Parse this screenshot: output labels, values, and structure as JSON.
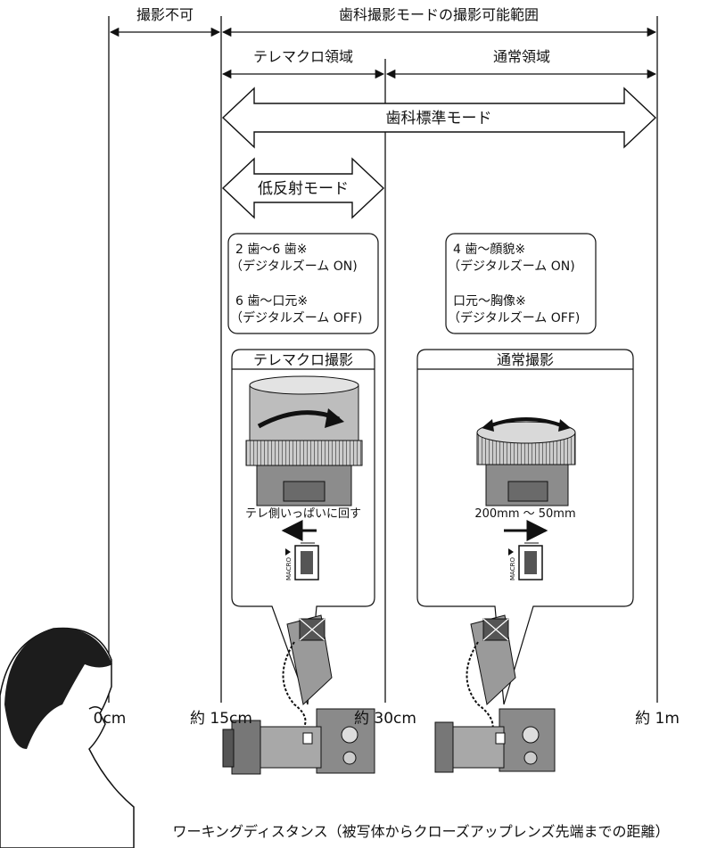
{
  "top_ranges": {
    "not_possible": "撮影不可",
    "dental_range": "歯科撮影モードの撮影可能範囲"
  },
  "regions": {
    "telemacro": "テレマクロ領域",
    "normal": "通常領域"
  },
  "modes": {
    "standard": "歯科標準モード",
    "low_reflection": "低反射モード"
  },
  "telemacro_box": {
    "line1": "2 歯～6 歯※",
    "line2": "（デジタルズーム ON)",
    "line3": "6 歯～口元※",
    "line4": "（デジタルズーム OFF)"
  },
  "normal_box": {
    "line1": "4 歯～顔貌※",
    "line2": "（デジタルズーム ON)",
    "line3": "口元～胸像※",
    "line4": "（デジタルズーム OFF)"
  },
  "telemacro_panel": {
    "title": "テレマクロ撮影",
    "instruction": "テレ側いっぱいに回す",
    "switch_label": "MACRO"
  },
  "normal_panel": {
    "title": "通常撮影",
    "instruction": "200mm ～ 50mm",
    "switch_label": "MACRO"
  },
  "distances": {
    "d0": "0cm",
    "d15": "約 15cm",
    "d30": "約 30cm",
    "d1m": "約 1m"
  },
  "caption": "ワーキングディスタンス（被写体からクローズアップレンズ先端までの距離）"
}
